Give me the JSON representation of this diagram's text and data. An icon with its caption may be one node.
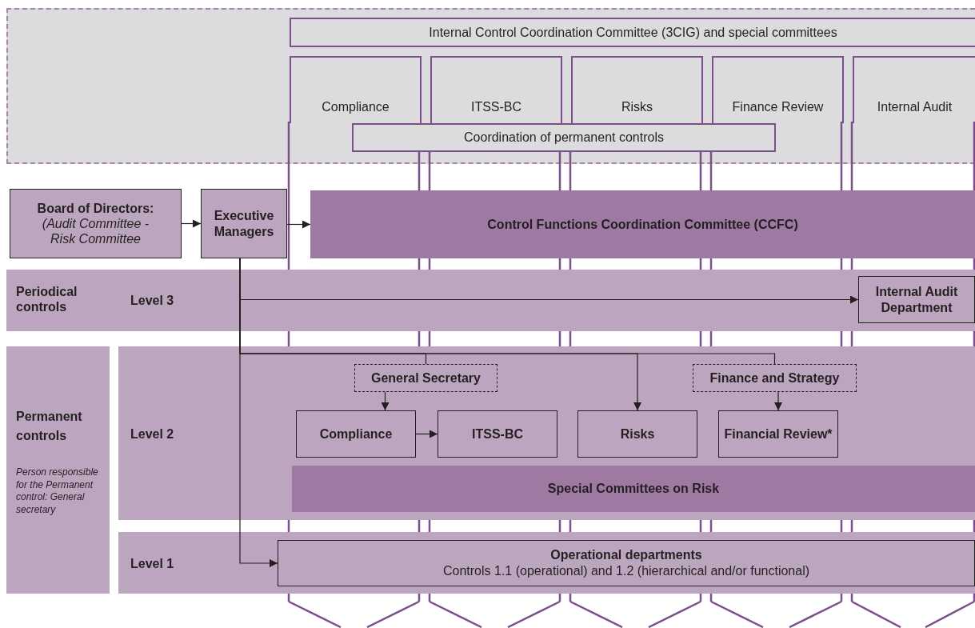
{
  "diagram": {
    "nodes": [
      {
        "text": [],
        "shape": "box"
      },
      {
        "text": [
          "Internal Control Coordination Committee (3CIG) and special committees"
        ],
        "in": 0
      },
      {
        "text": [
          "Compliance"
        ],
        "in": 0
      },
      {
        "text": [
          "ITSS-BC"
        ],
        "in": 0
      },
      {
        "text": [
          "Risks"
        ],
        "in": 0
      },
      {
        "text": [
          "Finance Review"
        ],
        "in": 0
      },
      {
        "text": [
          "Internal Audit"
        ],
        "in": 0
      },
      {
        "text": [
          "Coordination of permanent controls"
        ],
        "in": 0
      },
      {
        "text": [
          "Board of Directors:",
          "(Audit Committee - Risk Committee"
        ]
      },
      {
        "text": [
          "Executive Managers"
        ]
      },
      {
        "text": [
          "Control Functions Coordination Committee (CCFC)"
        ]
      },
      {
        "text": [
          "Periodical controls",
          "Level 3"
        ]
      },
      {
        "text": [
          "Internal Audit Department"
        ],
        "in": 11
      },
      {
        "text": [
          "Permanent controls",
          "Person responsible for the Permanent control: General secretary"
        ]
      },
      {
        "text": [
          "Level 2"
        ]
      },
      {
        "text": [
          "General Secretary"
        ],
        "in": 14
      },
      {
        "text": [
          "Finance and Strategy"
        ],
        "in": 14
      },
      {
        "text": [
          "Compliance"
        ],
        "in": 14
      },
      {
        "text": [
          "ITSS-BC"
        ],
        "in": 14
      },
      {
        "text": [
          "Risks"
        ],
        "in": 14
      },
      {
        "text": [
          "Financial Review*"
        ],
        "in": 14
      },
      {
        "text": [
          "Special Committees on Risk"
        ],
        "in": 14
      },
      {
        "text": [
          "Level 1"
        ]
      },
      {
        "text": [
          "Operational departments",
          "Controls 1.1 (operational) and 1.2 (hierarchical and/or functional)"
        ],
        "in": 22
      }
    ],
    "edges": [
      {
        "from": 8,
        "to": 9,
        "arrow": "to"
      },
      {
        "from": 9,
        "to": 10,
        "arrow": "to"
      },
      {
        "from": 9,
        "to": 12,
        "arrow": "to"
      },
      {
        "from": 9,
        "to": 15,
        "arrow": "none"
      },
      {
        "from": 9,
        "to": 19,
        "arrow": "to"
      },
      {
        "from": 9,
        "to": 16,
        "arrow": "none"
      },
      {
        "from": 9,
        "to": 23,
        "arrow": "to"
      },
      {
        "from": 15,
        "to": 17,
        "arrow": "to"
      },
      {
        "from": 17,
        "to": 18,
        "arrow": "to"
      },
      {
        "from": 16,
        "to": 20,
        "arrow": "to"
      }
    ]
  }
}
